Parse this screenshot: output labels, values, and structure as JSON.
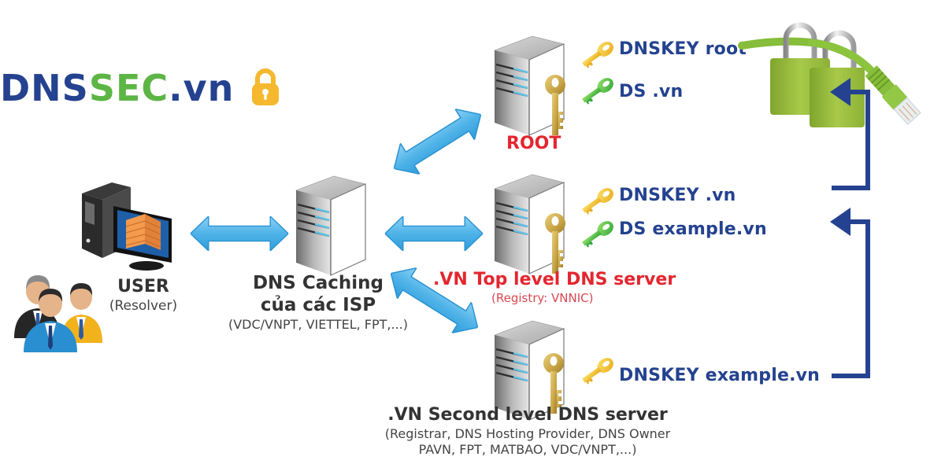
{
  "logo": {
    "part1": "DNS",
    "part2": "SEC",
    "part3": ".vn",
    "icon": "padlock-icon",
    "colors": {
      "primary": "#24428f",
      "accent": "#5cb545",
      "lock": "#f5b82e"
    }
  },
  "nodes": {
    "user": {
      "title": "USER",
      "subtitle": "(Resolver)",
      "icons": [
        "computer-with-firewall-icon",
        "users-group-icon"
      ]
    },
    "caching": {
      "title_line1": "DNS Caching",
      "title_line2": "của các ISP",
      "subtitle": "(VDC/VNPT, VIETTEL, FPT,...)",
      "icon": "server-icon"
    },
    "root": {
      "title": "ROOT",
      "icon": "server-with-key-icon",
      "keys": [
        {
          "label": "DNSKEY root",
          "color": "yellow"
        },
        {
          "label": "DS .vn",
          "color": "green"
        }
      ]
    },
    "top_level": {
      "title": ".VN Top level DNS server",
      "subtitle": "(Registry: VNNIC)",
      "icon": "server-with-key-icon",
      "keys": [
        {
          "label": "DNSKEY .vn",
          "color": "yellow"
        },
        {
          "label": "DS example.vn",
          "color": "green"
        }
      ]
    },
    "second_level": {
      "title": ".VN Second level DNS server",
      "subtitle_line1": "(Registrar, DNS Hosting Provider, DNS Owner",
      "subtitle_line2": "PAVN, FPT, MATBAO, VDC/VNPT,...)",
      "icon": "server-with-key-icon",
      "keys": [
        {
          "label": "DNSKEY example.vn",
          "color": "yellow"
        }
      ]
    }
  },
  "connections": [
    {
      "from": "user",
      "to": "caching",
      "type": "bidirectional"
    },
    {
      "from": "caching",
      "to": "root",
      "type": "bidirectional"
    },
    {
      "from": "caching",
      "to": "top_level",
      "type": "bidirectional"
    },
    {
      "from": "caching",
      "to": "second_level",
      "type": "bidirectional"
    },
    {
      "from": "second_level",
      "to": "top_level",
      "type": "chain-of-trust"
    },
    {
      "from": "top_level",
      "to": "root",
      "type": "chain-of-trust"
    }
  ],
  "decor": {
    "trust_anchor": "padlocks-with-network-cable-icon"
  },
  "colors": {
    "arrow_fill": "#4fb3e8",
    "arrow_edge": "#2a93d2",
    "trust_line": "#24428f",
    "red": "#e3262f",
    "key_yellow": "#f2c028",
    "key_green": "#5cc03c",
    "key_gold": "#c9a640"
  }
}
